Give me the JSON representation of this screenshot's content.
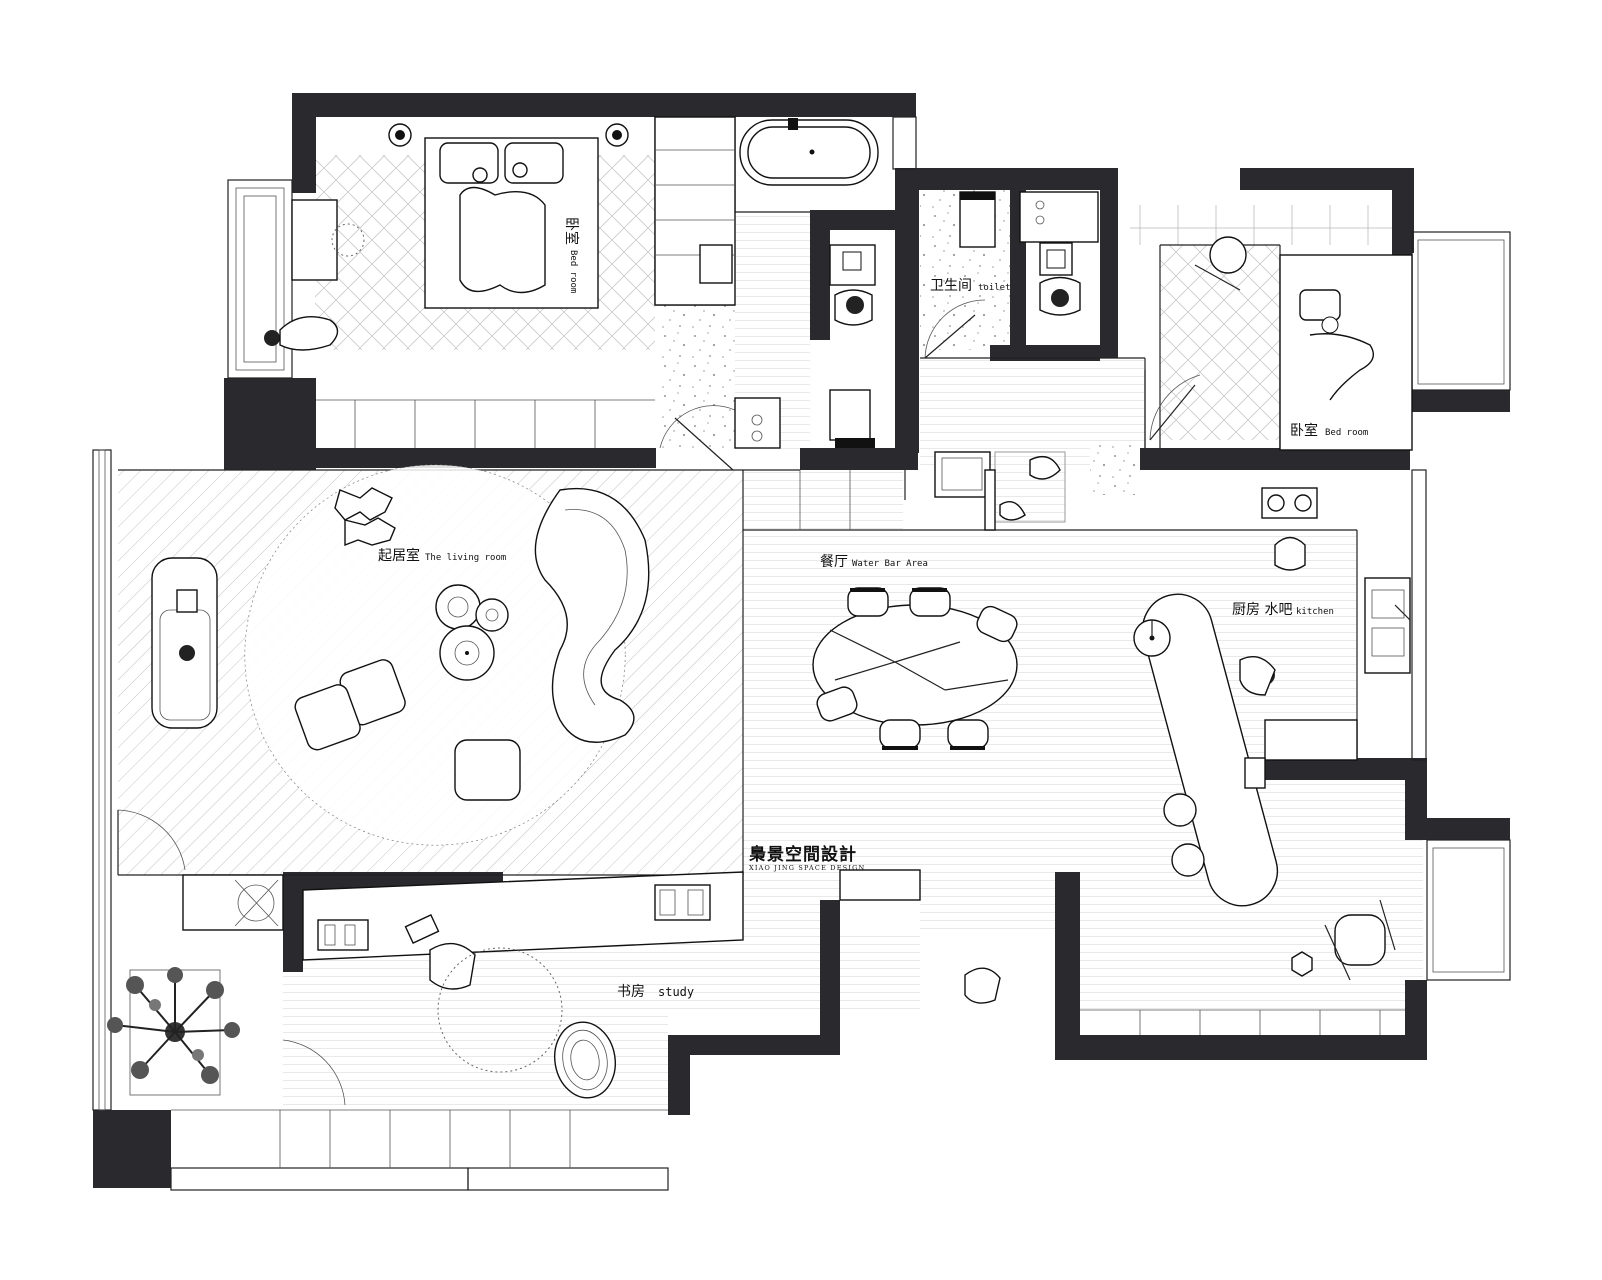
{
  "rooms": {
    "master_bedroom": {
      "cn": "卧室",
      "en": "Bed room"
    },
    "toilet": {
      "cn": "卫生间",
      "en": "toilet"
    },
    "second_bedroom": {
      "cn": "卧室",
      "en": "Bed room"
    },
    "living_room": {
      "cn": "起居室",
      "en": "The living room"
    },
    "dining": {
      "cn": "餐厅",
      "en": "Water Bar Area"
    },
    "kitchen": {
      "cn": "厨房 水吧",
      "en": "kitchen"
    },
    "study": {
      "cn": "书房",
      "en": "study"
    }
  },
  "brand": {
    "cn": "梟景空間設計",
    "en": "XIAO JING SPACE DESIGN"
  },
  "colors": {
    "wall": "#2a2a2e",
    "line": "#222222",
    "background": "#ffffff"
  }
}
